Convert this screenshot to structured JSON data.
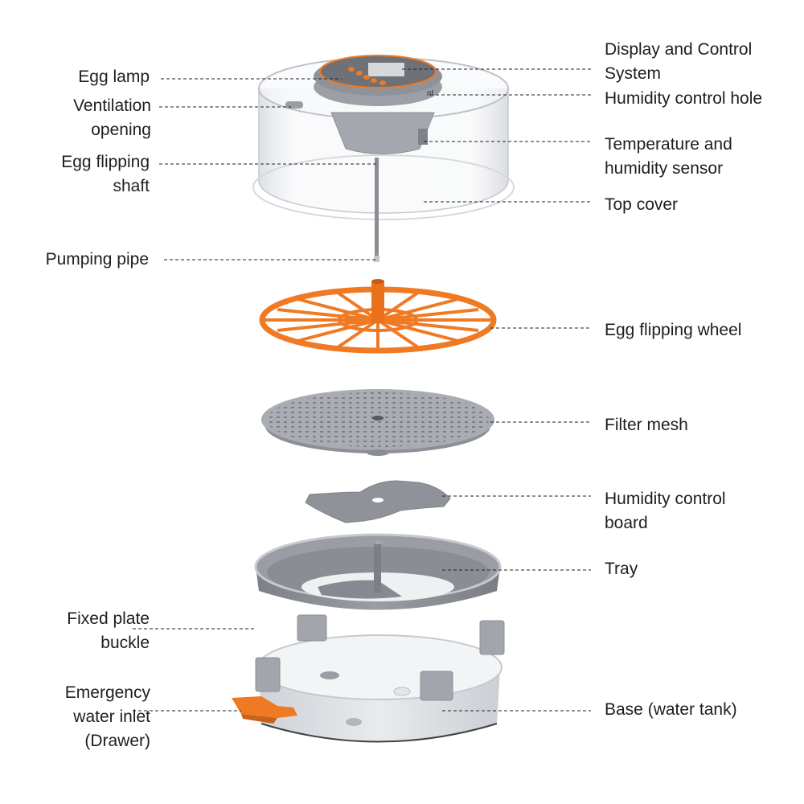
{
  "diagram": {
    "type": "exploded-view",
    "labels_left": {
      "egg_lamp": "Egg lamp",
      "ventilation_opening": "Ventilation\nopening",
      "egg_flipping_shaft": "Egg flipping\nshaft",
      "pumping_pipe": "Pumping pipe",
      "fixed_plate_buckle": "Fixed plate\nbuckle",
      "emergency_water_inlet": "Emergency\nwater inlet\n(Drawer)"
    },
    "labels_right": {
      "display_control": "Display and Control\nSystem",
      "humidity_control_hole": "Humidity control hole",
      "temp_humidity_sensor": "Temperature and\nhumidity sensor",
      "top_cover": "Top cover",
      "egg_flipping_wheel": "Egg flipping wheel",
      "filter_mesh": "Filter mesh",
      "humidity_control_board": "Humidity control\nboard",
      "tray": "Tray",
      "base": "Base (water tank)"
    },
    "colors": {
      "accent_orange": "#F07A24",
      "part_gray": "#8E9096",
      "dark_gray": "#6E7075",
      "clear_plastic": "#E8EAEE"
    }
  }
}
